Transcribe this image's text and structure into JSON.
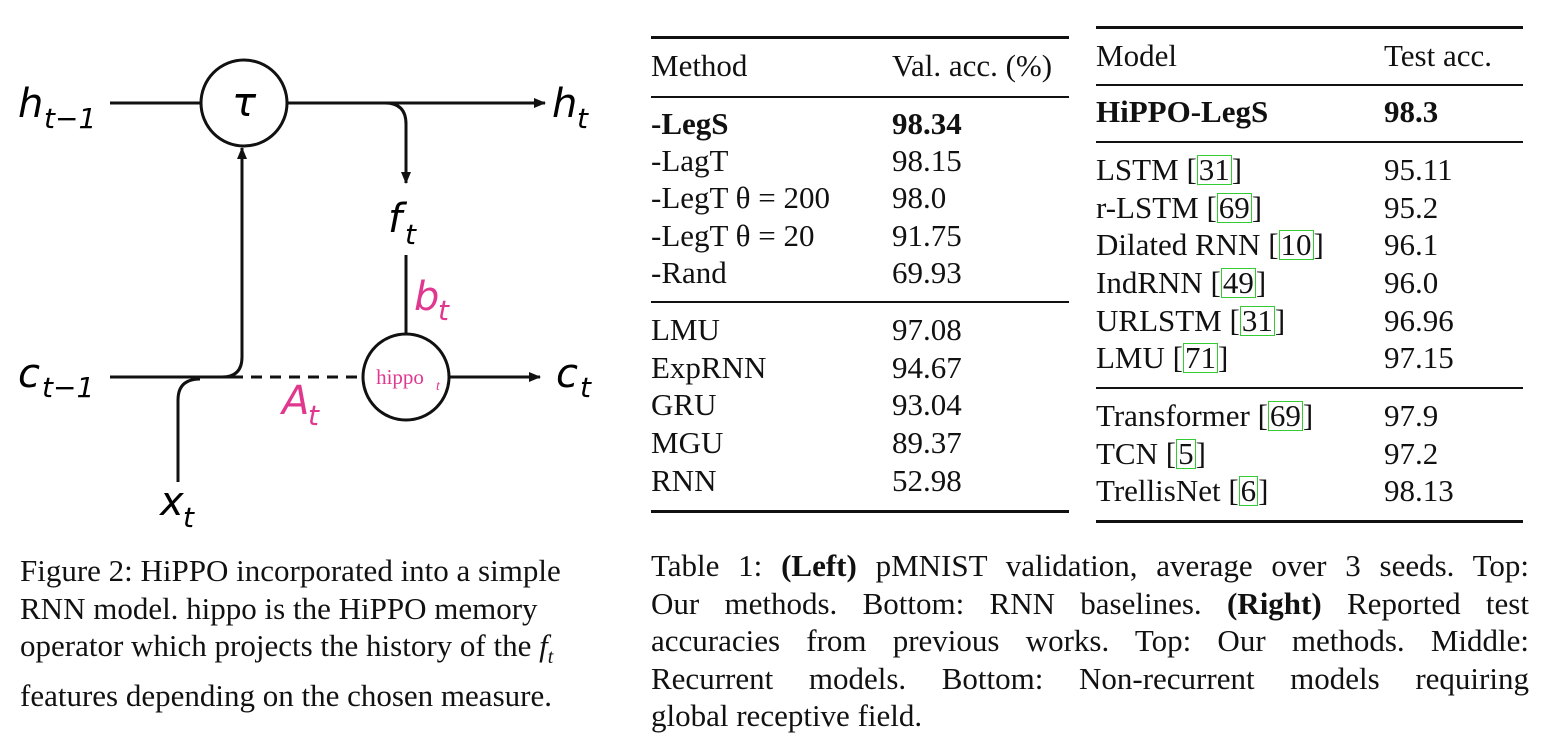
{
  "figure": {
    "symbols": {
      "h_prev": "h",
      "h_prev_sub": "t−1",
      "h_next": "h",
      "h_next_sub": "t",
      "c_prev": "c",
      "c_prev_sub": "t−1",
      "c_next": "c",
      "c_next_sub": "t",
      "x": "x",
      "x_sub": "t",
      "f": "f",
      "f_sub": "t",
      "b": "b",
      "b_sub": "t",
      "A": "A",
      "A_sub": "t",
      "tau": "τ",
      "hippo": "hippo",
      "hippo_sub": "t"
    },
    "caption": {
      "line1": "Figure 2: HiPPO incorporated into a simple",
      "line2": "RNN model. hippo is the HiPPO memory",
      "line3_pre": "operator which projects the history of the ",
      "line3_sym": "f",
      "line3_sub": "t",
      "line4": "features depending on the chosen measure."
    },
    "colors": {
      "accent": "#e0388f"
    }
  },
  "table_left": {
    "headers": [
      "Method",
      "Val. acc. (%)"
    ],
    "top_rows": [
      {
        "method": "-LegS",
        "acc": "98.34",
        "bold": true
      },
      {
        "method": "-LagT",
        "acc": "98.15"
      },
      {
        "method": "-LegT θ = 200",
        "acc": "98.0"
      },
      {
        "method": "-LegT θ = 20",
        "acc": "91.75"
      },
      {
        "method": "-Rand",
        "acc": "69.93"
      }
    ],
    "bottom_rows": [
      {
        "method": "LMU",
        "acc": "97.08"
      },
      {
        "method": "ExpRNN",
        "acc": "94.67"
      },
      {
        "method": "GRU",
        "acc": "93.04"
      },
      {
        "method": "MGU",
        "acc": "89.37"
      },
      {
        "method": "RNN",
        "acc": "52.98"
      }
    ]
  },
  "table_right": {
    "headers": [
      "Model",
      "Test acc."
    ],
    "top_rows": [
      {
        "model": "HiPPO-LegS",
        "ref": "",
        "acc": "98.3",
        "bold": true
      }
    ],
    "middle_rows": [
      {
        "model": "LSTM ",
        "ref": "31",
        "acc": "95.11"
      },
      {
        "model": "r-LSTM ",
        "ref": "69",
        "acc": "95.2"
      },
      {
        "model": "Dilated RNN ",
        "ref": "10",
        "acc": "96.1"
      },
      {
        "model": "IndRNN ",
        "ref": "49",
        "acc": "96.0"
      },
      {
        "model": "URLSTM ",
        "ref": "31",
        "acc": "96.96"
      },
      {
        "model": "LMU ",
        "ref": "71",
        "acc": "97.15"
      }
    ],
    "bottom_rows": [
      {
        "model": "Transformer ",
        "ref": "69",
        "acc": "97.9"
      },
      {
        "model": "TCN ",
        "ref": "5",
        "acc": "97.2"
      },
      {
        "model": "TrellisNet ",
        "ref": "6",
        "acc": "98.13"
      }
    ]
  },
  "table_caption": {
    "l1_a": "Table 1: ",
    "l1_b": "(Left)",
    "l1_c": " pMNIST validation, average over 3 seeds. Top:",
    "l2_a": "Our methods. Bottom: RNN baselines. ",
    "l2_b": "(Right)",
    "l2_c": " Reported test",
    "l3": "accuracies from previous works. Top: Our methods. Middle:",
    "l4": "Recurrent models. Bottom: Non-recurrent models requiring",
    "l5": "global receptive field."
  }
}
